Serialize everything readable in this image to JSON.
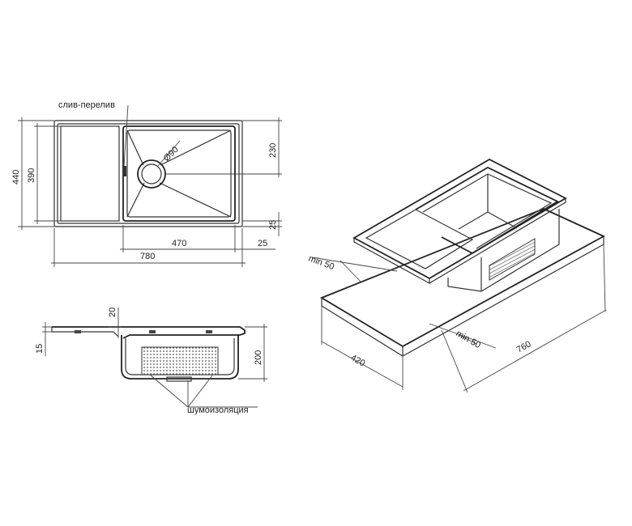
{
  "labels": {
    "overflow": "слив-перелив",
    "noise_insulation": "шумоизоляция"
  },
  "top_view": {
    "dim_overall_width": "780",
    "dim_bowl_width": "470",
    "dim_right_margin": "25",
    "dim_bottom_margin": "25",
    "dim_overall_depth": "440",
    "dim_bowl_depth": "390",
    "dim_drain_offset": "230",
    "drain_diameter": "Ø90"
  },
  "side_view": {
    "dim_flange": "20",
    "dim_thickness": "15",
    "dim_depth": "200"
  },
  "iso_view": {
    "dim_min_back": "min 50",
    "dim_min_side": "min 50",
    "dim_depth": "420",
    "dim_length": "760"
  },
  "colors": {
    "line": "#333333",
    "background": "#ffffff"
  }
}
